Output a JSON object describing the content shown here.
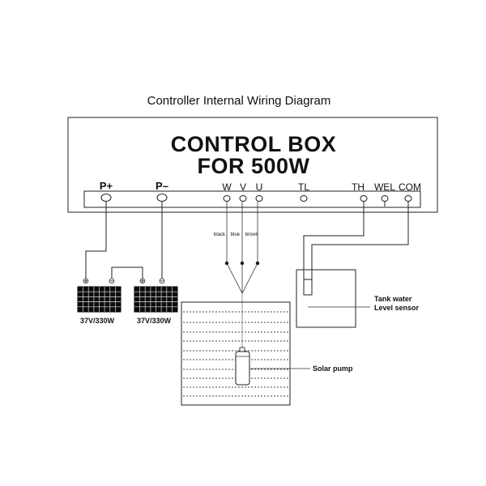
{
  "title": "Controller Internal Wiring Diagram",
  "control_box": {
    "line1": "CONTROL BOX",
    "line2": "FOR 500W"
  },
  "terminals": {
    "p_plus": "P+",
    "p_minus": "P–",
    "w": "W",
    "v": "V",
    "u": "U",
    "tl": "TL",
    "th": "TH",
    "wel": "WEL",
    "com": "COM"
  },
  "wires": {
    "black": "black",
    "blue": "blue",
    "brown": "brown"
  },
  "panels": [
    {
      "label": "37V/330W",
      "plus": "⊕",
      "minus": "⊖"
    },
    {
      "label": "37V/330W",
      "plus": "⊕",
      "minus": "⊖"
    }
  ],
  "sensor_label_1": "Tank water",
  "sensor_label_2": "Level sensor",
  "pump_label": "Solar pump"
}
